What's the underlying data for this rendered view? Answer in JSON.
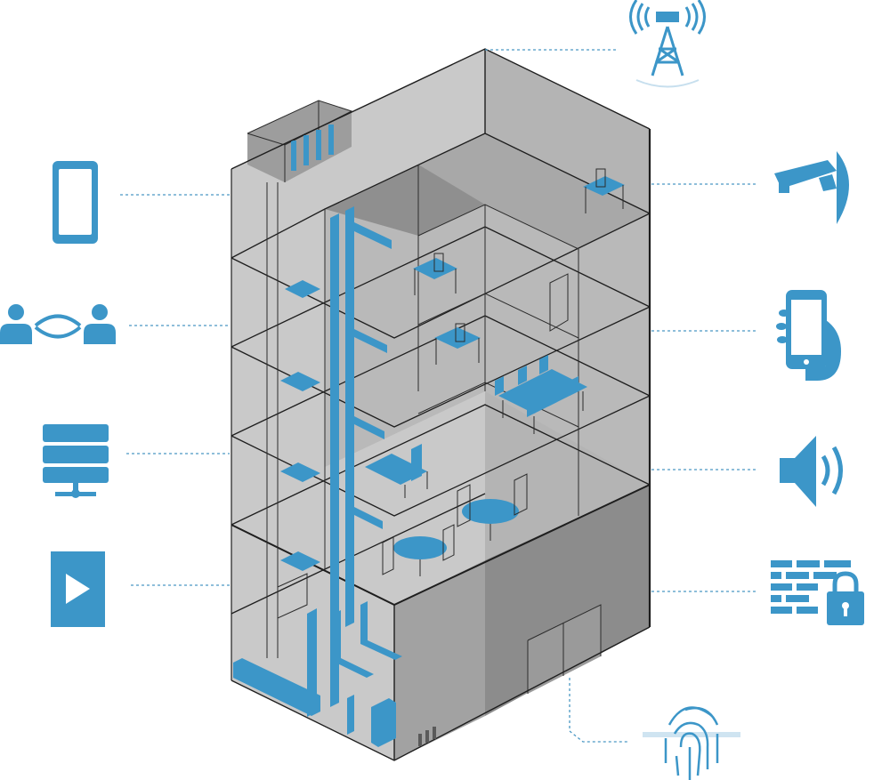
{
  "diagram": {
    "subject": "smart-building",
    "accent_color": "#3c96c8",
    "wall_color": "#c4c4c4",
    "icons": [
      {
        "name": "smartphone-icon",
        "side": "left"
      },
      {
        "name": "user-connection-icon",
        "side": "left"
      },
      {
        "name": "server-network-icon",
        "side": "left"
      },
      {
        "name": "play-button-icon",
        "side": "left"
      },
      {
        "name": "cell-tower-icon",
        "side": "top"
      },
      {
        "name": "security-camera-icon",
        "side": "right"
      },
      {
        "name": "hand-phone-icon",
        "side": "right"
      },
      {
        "name": "speaker-icon",
        "side": "right"
      },
      {
        "name": "firewall-lock-icon",
        "side": "right"
      },
      {
        "name": "fingerprint-scanner-icon",
        "side": "bottom"
      }
    ]
  }
}
